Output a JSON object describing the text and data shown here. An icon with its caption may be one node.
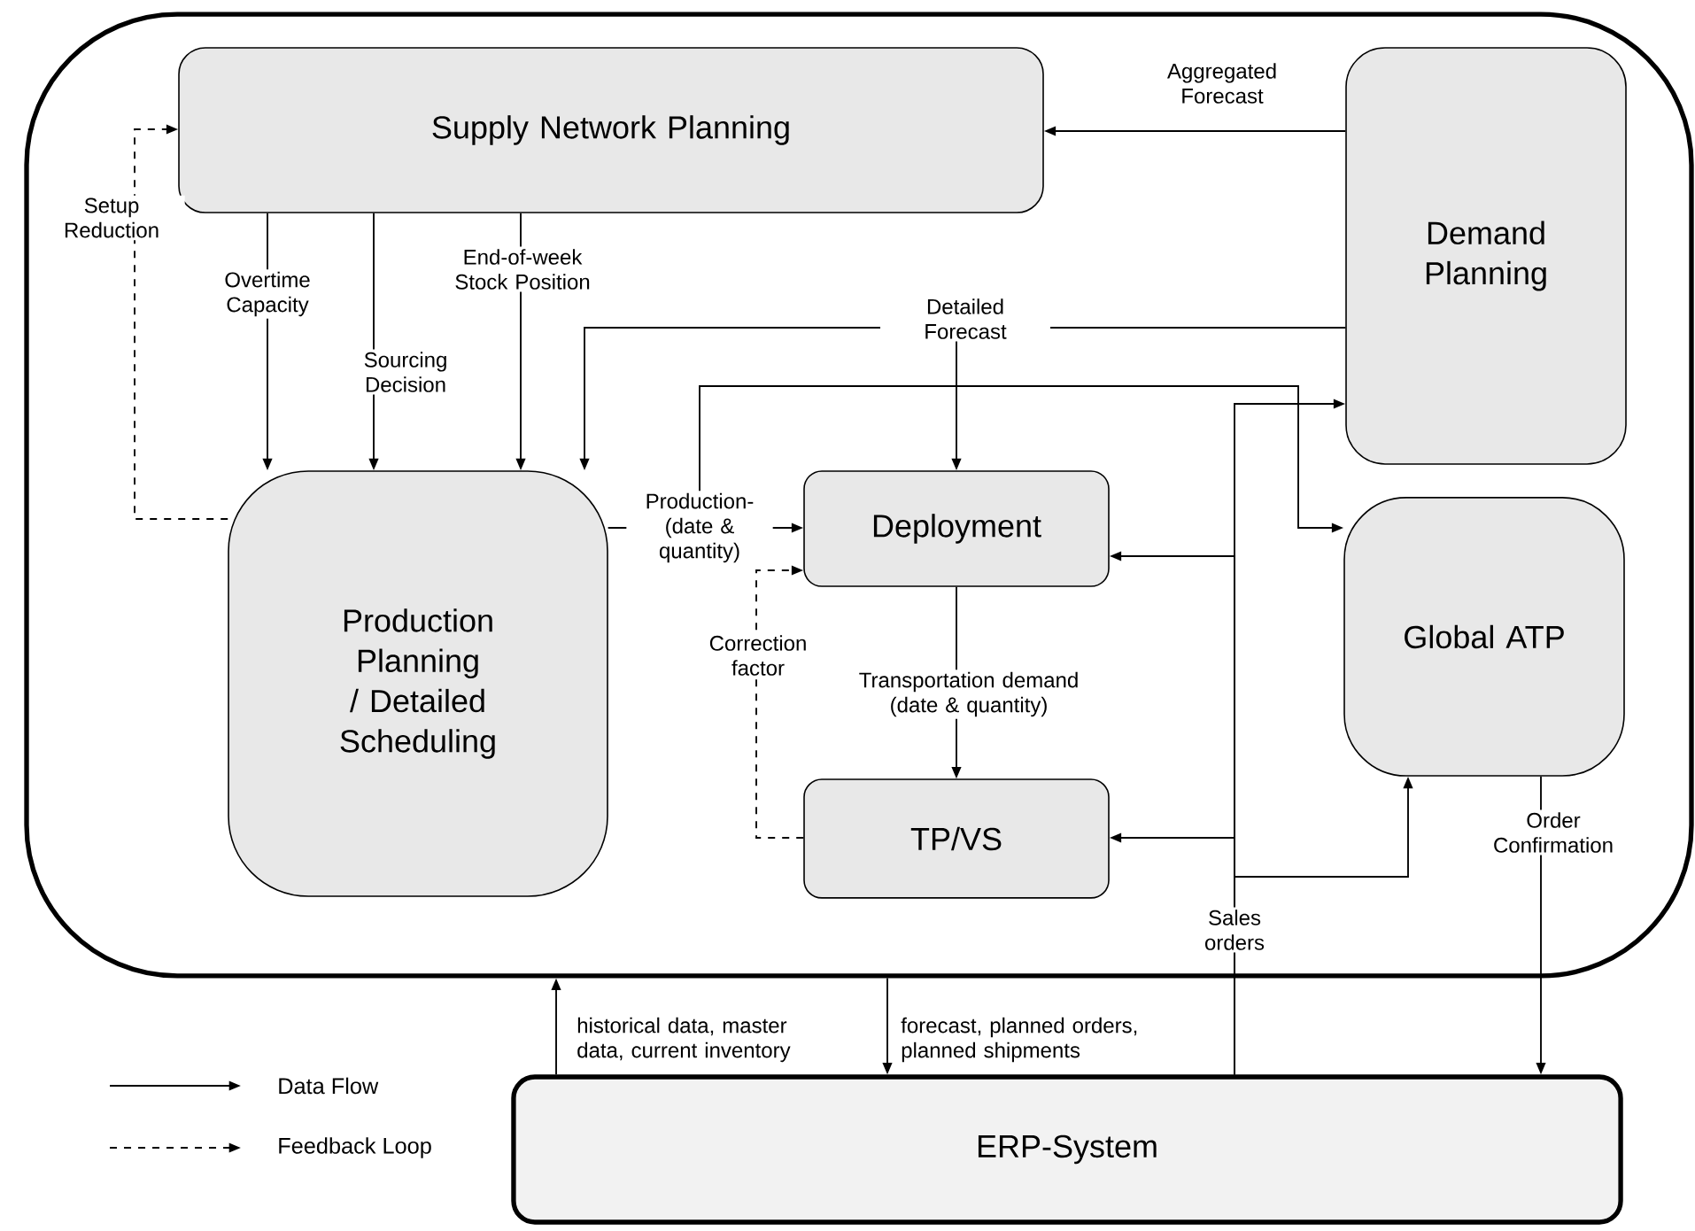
{
  "diagram": {
    "nodes": [
      {
        "text": [],
        "shape": "box"
      },
      {
        "text": [
          "Supply Network Planning"
        ],
        "in": 0
      },
      {
        "text": [
          "Demand Planning"
        ],
        "in": 0
      },
      {
        "text": [
          "Production Planning / Detailed Scheduling"
        ],
        "in": 0
      },
      {
        "text": [
          "Deployment"
        ],
        "in": 0
      },
      {
        "text": [
          "Global ATP"
        ],
        "in": 0
      },
      {
        "text": [
          "TP/VS"
        ],
        "in": 0
      },
      {
        "text": [
          "ERP-System"
        ]
      }
    ],
    "edges": [
      {
        "from": 2,
        "to": 1,
        "arrow": "to",
        "label": "Aggregated Forecast"
      },
      {
        "from": 1,
        "to": 3,
        "arrow": "to",
        "label": "Overtime Capacity"
      },
      {
        "from": 1,
        "to": 3,
        "arrow": "to",
        "label": "Sourcing Decision"
      },
      {
        "from": 1,
        "to": 3,
        "arrow": "to",
        "label": "End-of-week Stock Position"
      },
      {
        "from": 3,
        "to": 1,
        "arrow": "to",
        "label": "Setup Reduction",
        "style": "dashed"
      },
      {
        "from": 2,
        "to": 3,
        "arrow": "to",
        "label": "Detailed Forecast"
      },
      {
        "from": 2,
        "to": 4,
        "arrow": "to"
      },
      {
        "from": 3,
        "to": 4,
        "arrow": "to",
        "label": "Production- (date & quantity)"
      },
      {
        "from": 3,
        "to": 5,
        "arrow": "to"
      },
      {
        "from": 6,
        "to": 4,
        "arrow": "to",
        "label": "Correction factor",
        "style": "dashed"
      },
      {
        "from": 4,
        "to": 6,
        "arrow": "to",
        "label": "Transportation demand (date & quantity)"
      },
      {
        "from": 7,
        "to": 2,
        "arrow": "to",
        "label": "Sales orders"
      },
      {
        "from": 7,
        "to": 4,
        "arrow": "to"
      },
      {
        "from": 7,
        "to": 6,
        "arrow": "to"
      },
      {
        "from": 7,
        "to": 5,
        "arrow": "to"
      },
      {
        "from": 5,
        "to": 7,
        "arrow": "to",
        "label": "Order Confirmation"
      },
      {
        "from": 7,
        "to": 0,
        "arrow": "to",
        "label": "historical data, master data, current inventory"
      },
      {
        "from": 0,
        "to": 7,
        "arrow": "to",
        "label": "forecast, planned orders, planned shipments"
      }
    ],
    "legend": [
      {
        "text": "Data Flow"
      },
      {
        "text": "Feedback Loop"
      }
    ]
  }
}
